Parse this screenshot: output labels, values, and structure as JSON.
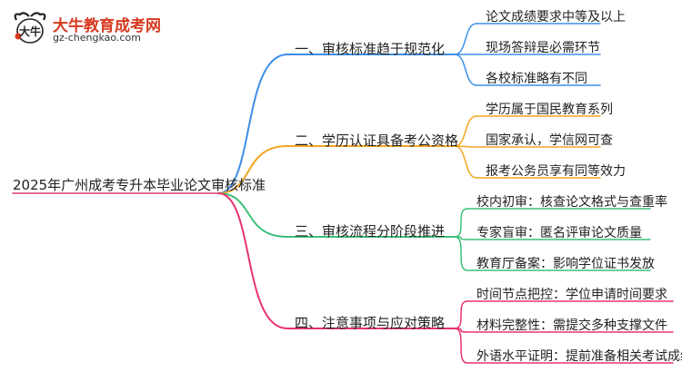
{
  "logo": {
    "name": "大牛教育成考网",
    "url": "gz-chengkao.com",
    "mark_text": "大牛"
  },
  "colors": {
    "blue": "#3d8fe8",
    "orange": "#f3a521",
    "green": "#3dbf7a",
    "pink": "#e8336f",
    "root_stroke": "#e23b6a"
  },
  "mindmap": {
    "root": "2025年广州成考专升本毕业论文审核标准",
    "branches": [
      {
        "label": "一、审核标准趋于规范化",
        "color": "#3d8fe8",
        "leaves": [
          "论文成绩要求中等及以上",
          "现场答辩是必需环节",
          "各校标准略有不同"
        ]
      },
      {
        "label": "二、学历认证具备考公资格",
        "color": "#f3a521",
        "leaves": [
          "学历属于国民教育系列",
          "国家承认，学信网可查",
          "报考公务员享有同等效力"
        ]
      },
      {
        "label": "三、审核流程分阶段推进",
        "color": "#3dbf7a",
        "leaves": [
          "校内初审：核查论文格式与查重率",
          "专家盲审：匿名评审论文质量",
          "教育厅备案：影响学位证书发放"
        ]
      },
      {
        "label": "四、注意事项与应对策略",
        "color": "#e8336f",
        "leaves": [
          "时间节点把控：学位申请时间要求",
          "材料完整性：需提交多种支撑文件",
          "外语水平证明：提前准备相关考试成绩"
        ]
      }
    ]
  }
}
